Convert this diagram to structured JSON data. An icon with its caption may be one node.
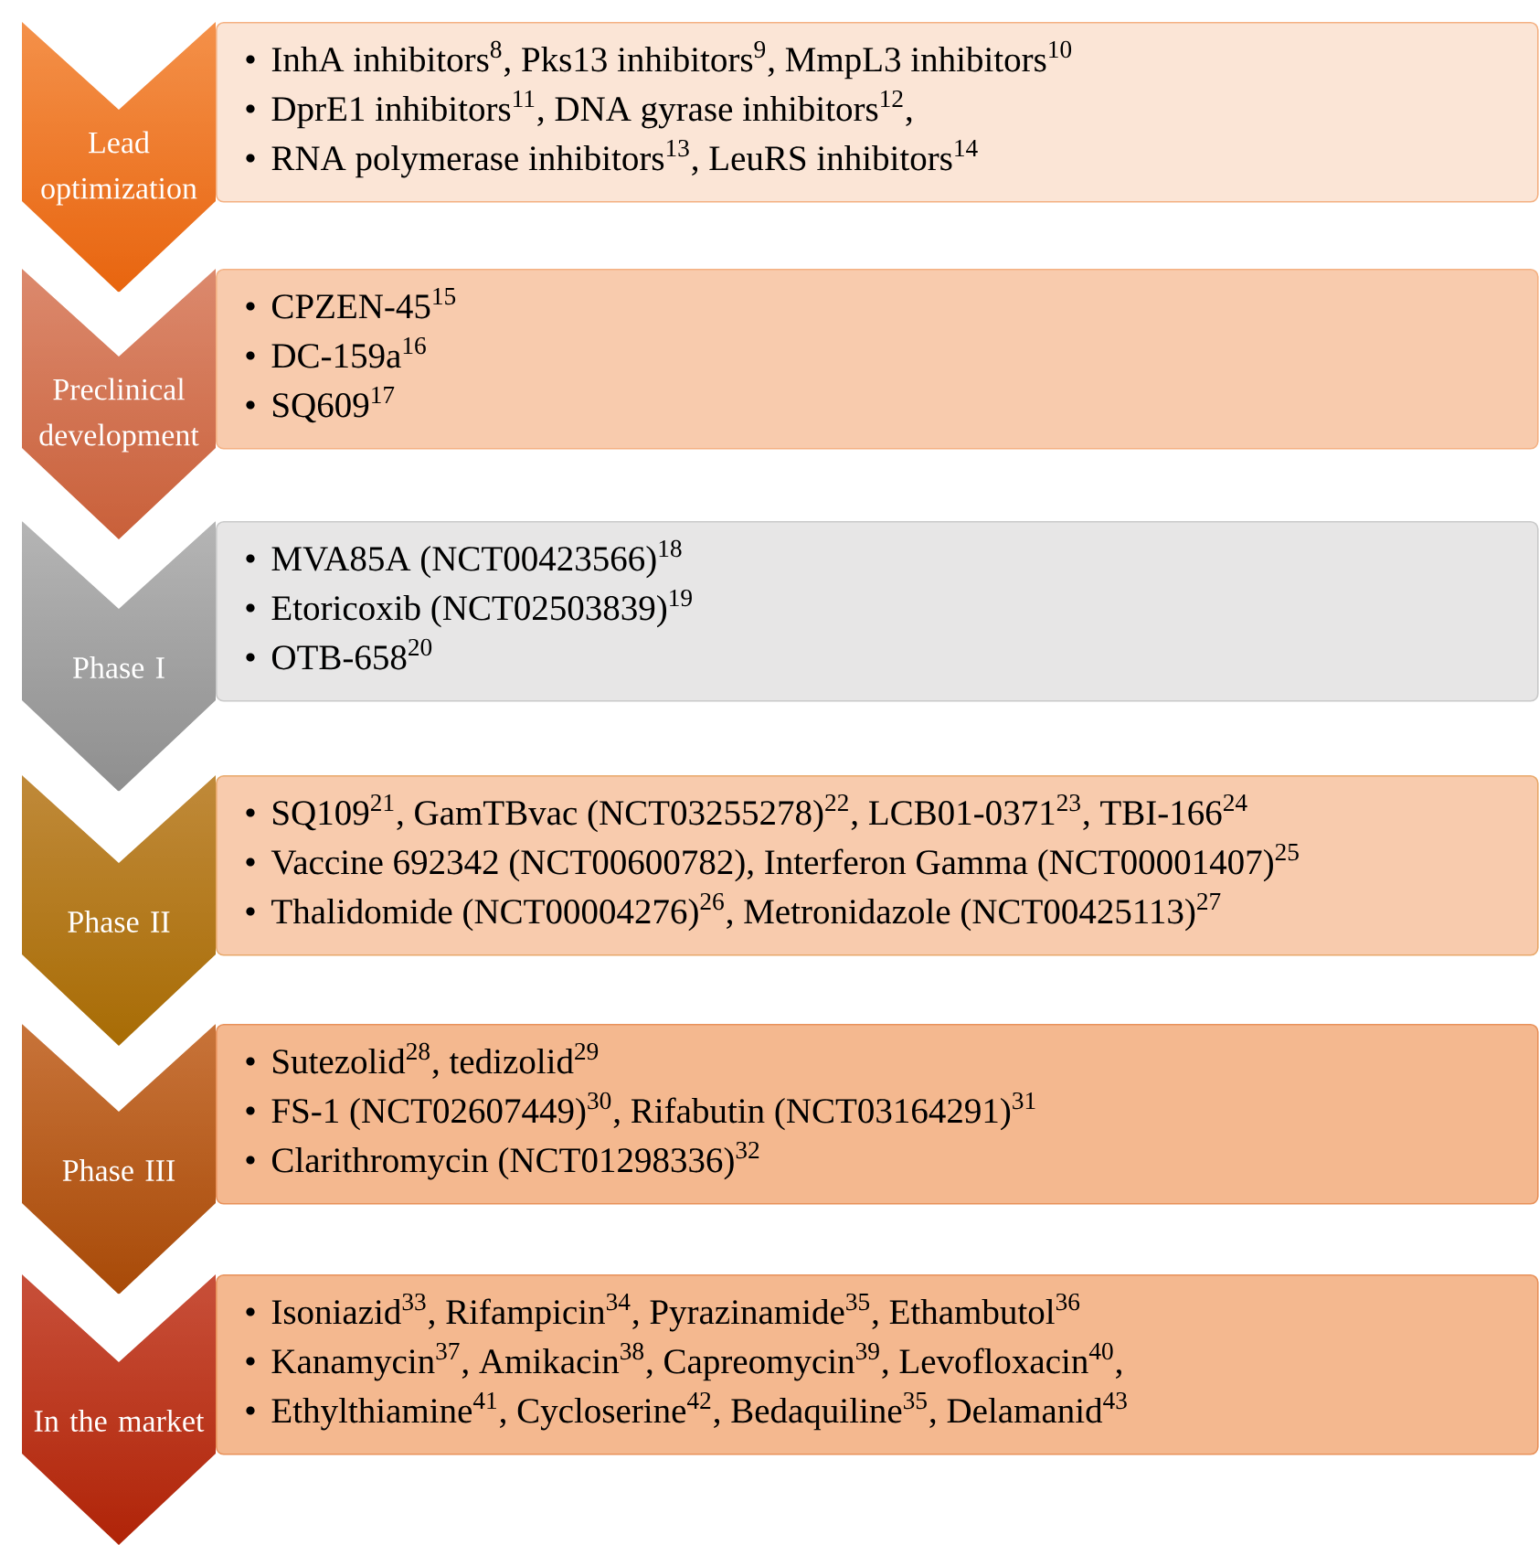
{
  "diagram": {
    "nodes": [
      {
        "text": [
          "Lead optimization"
        ]
      },
      {
        "text": [
          "InhA inhibitors$^{8}$, Pks13 inhibitors$^{9}$, MmpL3 inhibitors$^{10}$",
          "DprE1 inhibitors$^{11}$, DNA gyrase inhibitors$^{12}$,",
          "RNA polymerase inhibitors$^{13}$, LeuRS inhibitors$^{14}$"
        ]
      },
      {
        "text": [
          "Preclinical development"
        ]
      },
      {
        "text": [
          "CPZEN-45$^{15}$",
          "DC-159a$^{16}$",
          "SQ609$^{17}$"
        ]
      },
      {
        "text": [
          "Phase I"
        ]
      },
      {
        "text": [
          "MVA85A  (NCT00423566)$^{18}$",
          "Etoricoxib (NCT02503839)$^{19}$",
          "OTB-658$^{20}$"
        ]
      },
      {
        "text": [
          "Phase II"
        ]
      },
      {
        "text": [
          "SQ109$^{21}$, GamTBvac (NCT03255278)$^{22}$, LCB01-0371$^{23}$, TBI-166$^{24}$",
          "Vaccine 692342 (NCT00600782),  Interferon Gamma (NCT00001407)$^{25}$",
          "Thalidomide (NCT00004276)$^{26}$, Metronidazole (NCT00425113)$^{27}$"
        ]
      },
      {
        "text": [
          "Phase III"
        ]
      },
      {
        "text": [
          "Sutezolid$^{28}$, tedizolid$^{29}$",
          "FS-1 (NCT02607449)$^{30}$, Rifabutin (NCT03164291)$^{31}$",
          "Clarithromycin (NCT01298336)$^{32}$"
        ]
      },
      {
        "text": [
          "In the market"
        ]
      },
      {
        "text": [
          "Isoniazid$^{33}$, Rifampicin$^{34}$, Pyrazinamide$^{35}$, Ethambutol$^{36}$",
          "Kanamycin$^{37}$, Amikacin$^{38}$, Capreomycin$^{39}$, Levofloxacin$^{40}$,",
          "Ethylthiamine$^{41}$, Cycloserine$^{42}$, Bedaquiline$^{35}$, Delamanid$^{43}$"
        ]
      }
    ]
  }
}
